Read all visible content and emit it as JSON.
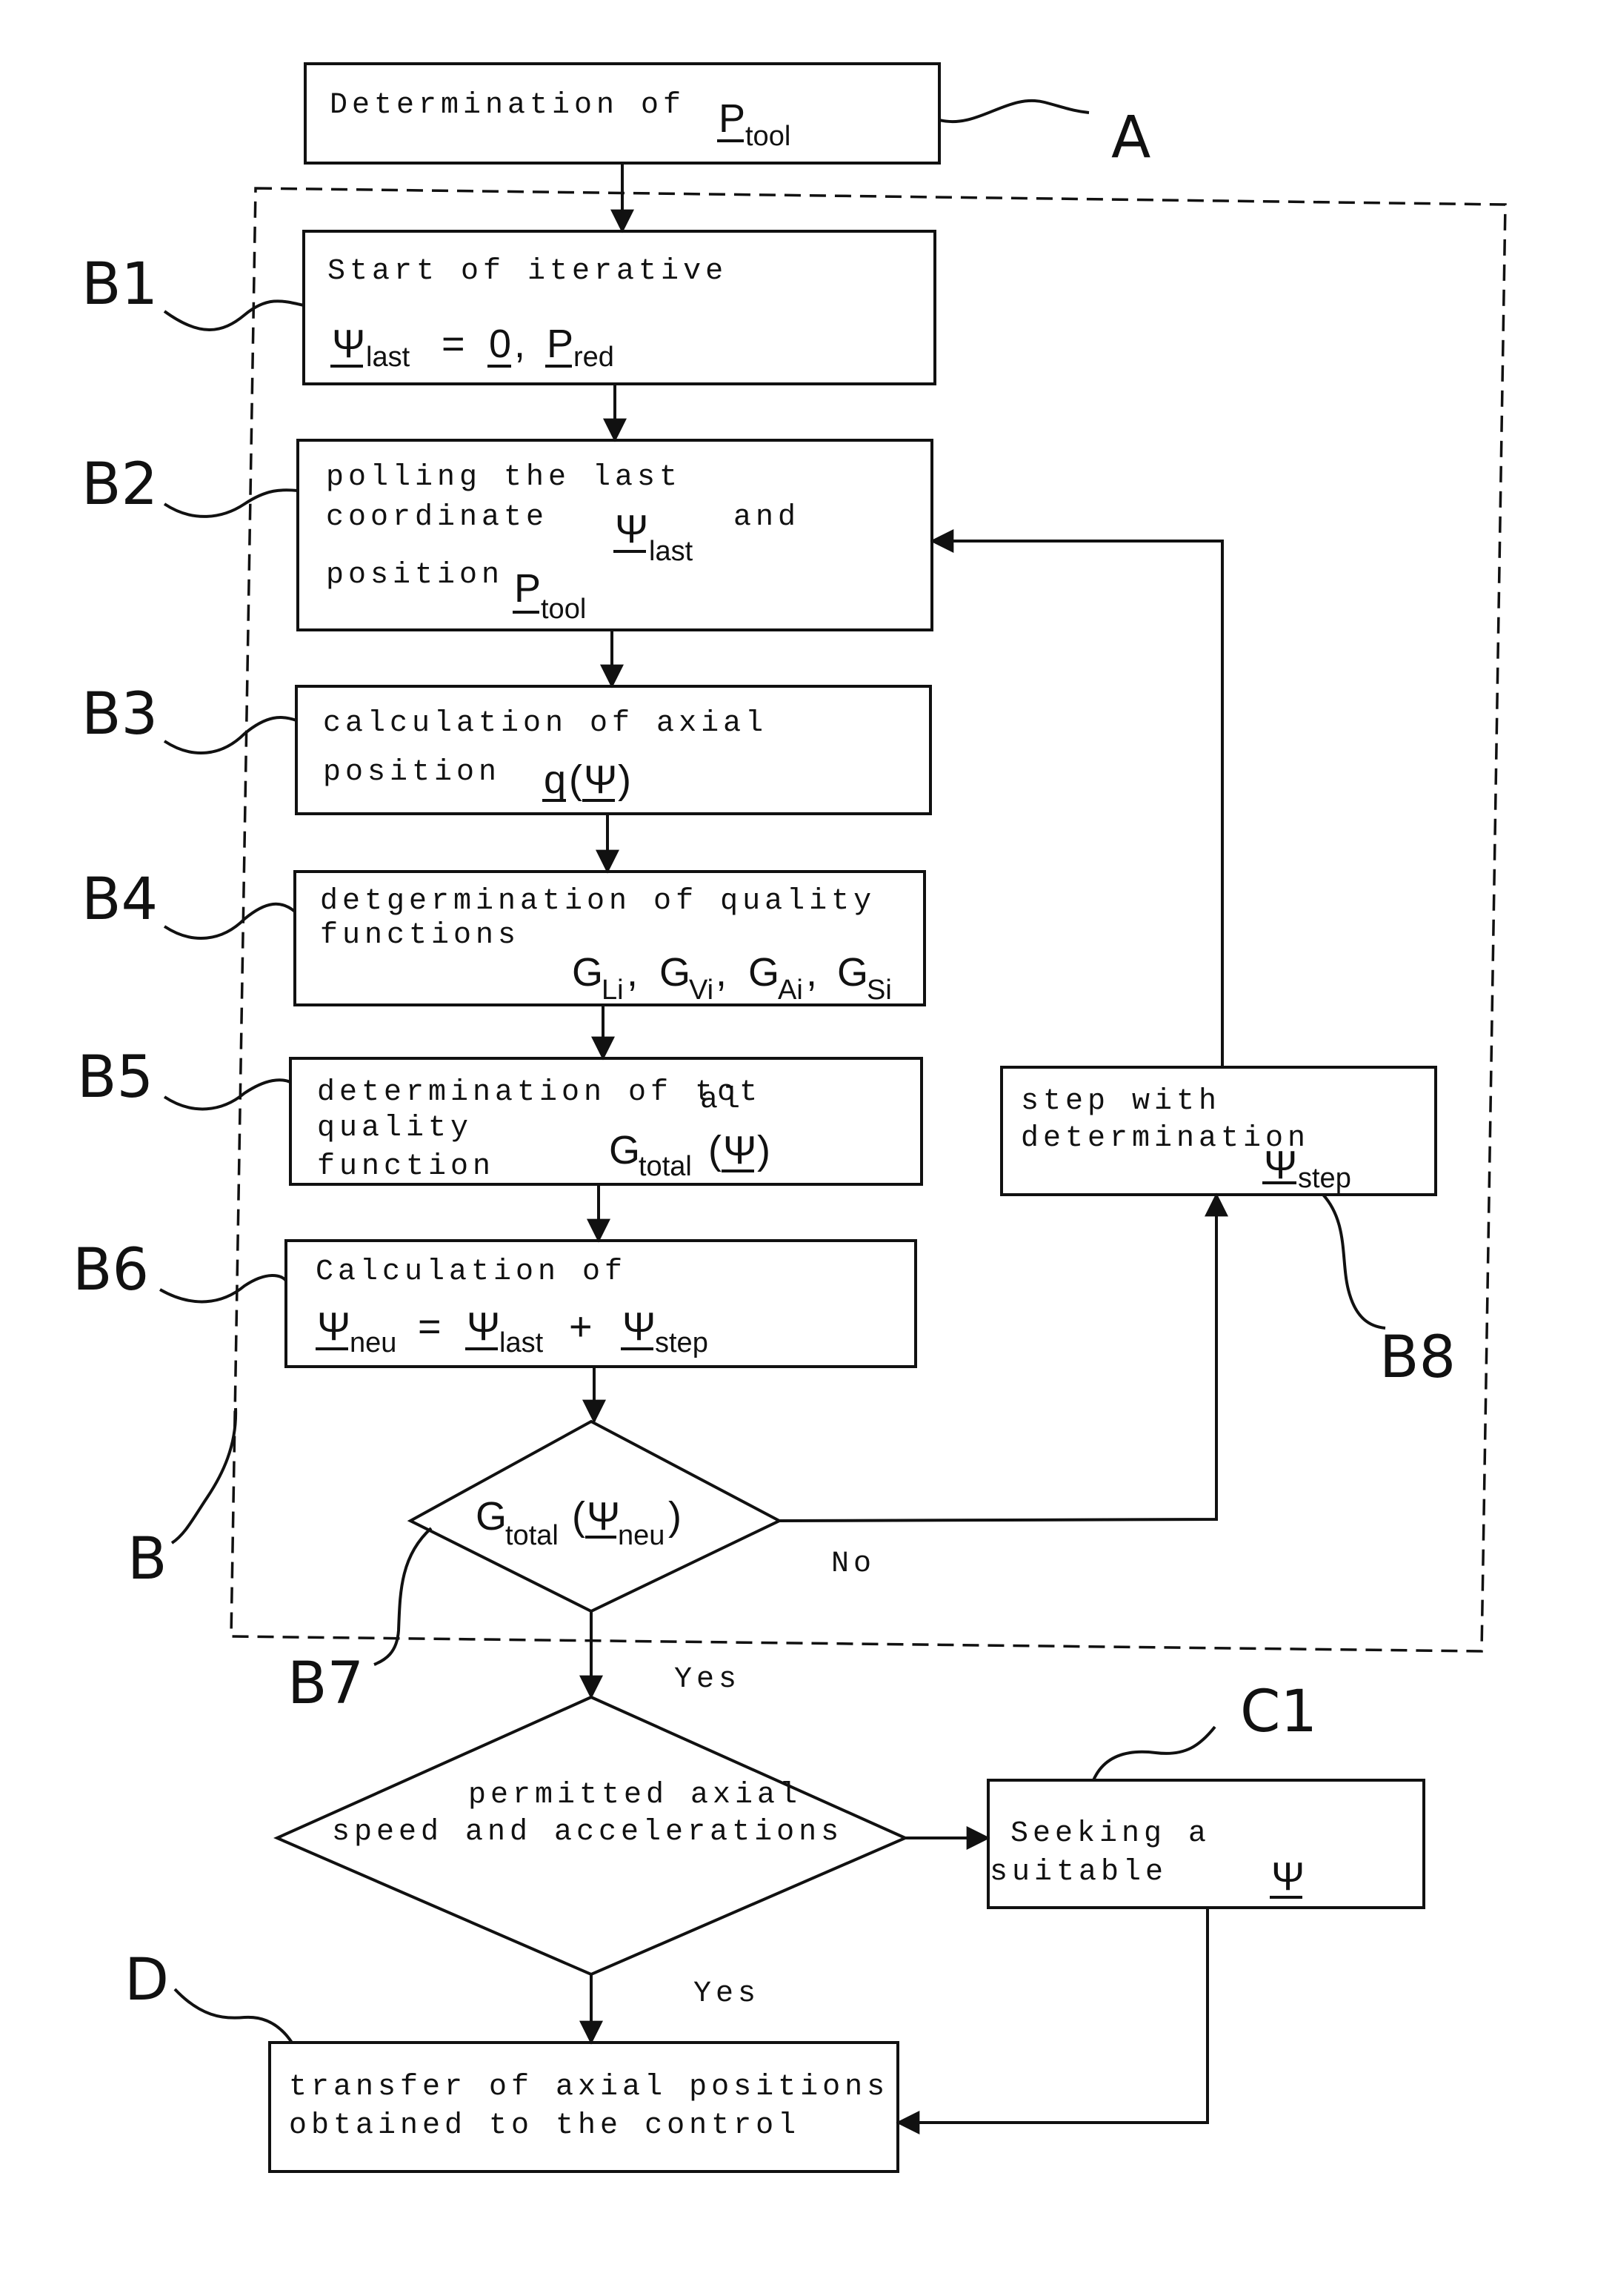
{
  "A": {
    "text": "Determination of",
    "var": "P",
    "var_sub": "tool",
    "label": "A"
  },
  "B1": {
    "label": "B1",
    "line1": "Start of iterative",
    "psi": "Ψ",
    "psi_sub": "last",
    "eq": "=",
    "zero": "0",
    "comma": ",",
    "p": "P",
    "p_sub": "red"
  },
  "B2": {
    "label": "B2",
    "line1": "polling the last",
    "line2": "coordinate",
    "psi": "Ψ",
    "psi_sub": "last",
    "and": "and",
    "line3": "position",
    "p": "P",
    "p_sub": "tool"
  },
  "B3": {
    "label": "B3",
    "line1": "calculation of axial",
    "line2": "position",
    "q": "q",
    "paren_open": "(",
    "psi": "Ψ",
    "paren_close": ")"
  },
  "B4": {
    "label": "B4",
    "line1": "detgermination of quality",
    "line2": "functions",
    "g": "G",
    "subs": [
      "Li",
      "Vi",
      "Ai",
      "Si"
    ],
    "sep": ","
  },
  "B5": {
    "label": "B5",
    "line1": "determination of tot",
    "line1_tail": "al",
    "line2": "quality",
    "line3": "function",
    "g": "G",
    "g_sub": "total",
    "paren_open": "(",
    "psi": "Ψ",
    "paren_close": ")"
  },
  "B6": {
    "label": "B6",
    "line1": "Calculation of",
    "psi": "Ψ",
    "sub_neu": "neu",
    "eq": "=",
    "sub_last": "last",
    "plus": "+",
    "sub_step": "step"
  },
  "B7": {
    "label": "B7",
    "g": "G",
    "g_sub": "total",
    "paren_open": "(",
    "psi": "Ψ",
    "psi_sub": "neu",
    "paren_close": ")",
    "no": "No",
    "yes": "Yes"
  },
  "B8": {
    "label": "B8",
    "line1": "step with",
    "line2": "determination",
    "psi": "Ψ",
    "psi_sub": "step"
  },
  "B": {
    "label": "B"
  },
  "speed": {
    "line1": "permitted axial",
    "line2": "speed and accelerations",
    "yes": "Yes"
  },
  "C1": {
    "label": "C1",
    "line1": "Seeking a",
    "line2": "suitable",
    "psi": "Ψ"
  },
  "D": {
    "label": "D",
    "line1": "transfer of axial positions",
    "line2": "obtained to the control"
  }
}
